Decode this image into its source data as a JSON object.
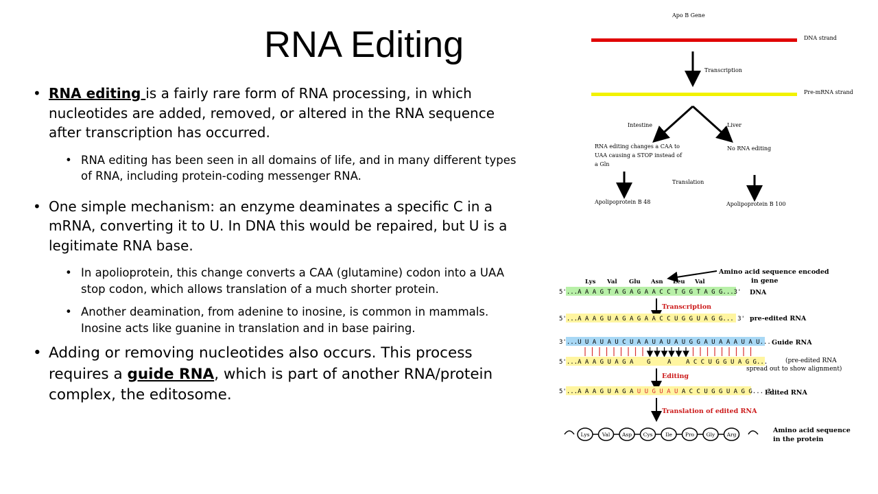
{
  "title": "RNA Editing",
  "bullets": {
    "b1_term": "RNA editing ",
    "b1_rest": "is a fairly rare form of RNA processing, in which nucleotides are added, removed, or altered in the RNA sequence after transcription has occurred.",
    "b1_sub1": "RNA editing has been seen in all domains of life, and in many different types of RNA, including protein-coding messenger RNA.",
    "b2": "One simple mechanism: an enzyme deaminates a specific C in a mRNA, converting it to U.  In DNA this would be repaired, but U is a legitimate RNA base.",
    "b2_sub1": "In apolioprotein, this change converts a CAA (glutamine) codon into a UAA stop codon, which allows translation of a much shorter protein.",
    "b2_sub2": "Another deamination, from adenine to inosine, is common in mammals. Inosine acts like guanine in translation and in base pairing.",
    "b3_a": "Adding or removing nucleotides also occurs.  This process requires a ",
    "b3_term": "guide RNA",
    "b3_b": ", which is part of another RNA/protein complex, the editosome."
  },
  "apo_diagram": {
    "gene_label": "Apo B Gene",
    "dna_label": "DNA strand",
    "transcription": "Transcription",
    "premrna_label": "Pre-mRNA strand",
    "intestine": "Intestine",
    "liver": "Liver",
    "editing_note_1": "RNA editing changes a CAA to",
    "editing_note_2": "UAA causing a STOP instead of",
    "editing_note_3": "a Gln",
    "no_editing": "No RNA editing",
    "translation": "Translation",
    "apo48": "Apolipoprotein B 48",
    "apo100": "Apolipoprotein B 100",
    "colors": {
      "dna": "#e00000",
      "premrna": "#f2f200"
    }
  },
  "guide_diagram": {
    "header_1": "Amino acid sequence encoded",
    "header_2": "in gene",
    "amino_acids": [
      "Lys",
      "Val",
      "Glu",
      "Asn",
      "Leu",
      "Val"
    ],
    "dna_seq": "5'...A A A G T A G A G A A C C T G G T A G G...3'",
    "dna_label": "DNA",
    "transcription": "Transcription",
    "pre_seq": "5'...A A A G U A G A G A A C C U G G U A G G... 3'",
    "pre_label": "pre-edited RNA",
    "guide_seq": "3'...U U A U A U C U A A U A U A U G G A U A A A U A U...",
    "guide_label": "Guide RNA",
    "spread_seq_a": "5'...A A A G U A G A",
    "spread_g": "G",
    "spread_a": "A",
    "spread_seq_b": "A C C U G G U A G G...",
    "spread_note_1": "(pre-edited RNA",
    "spread_note_2": "spread out to show alignment)",
    "editing": "Editing",
    "edited_seq_a": "5'...A A A G U A G A ",
    "edited_seq_b": "U U G U A U",
    "edited_seq_c": " A C C U G G U A G G... 3'",
    "edited_label": "Edited RNA",
    "translation_edited": "Translation of edited RNA",
    "protein_header_1": "Amino acid sequence",
    "protein_header_2": "in the protein",
    "protein_aa": [
      "Lys",
      "Val",
      "Asp",
      "Cys",
      "Ile",
      "Pro",
      "Gly",
      "Arg"
    ],
    "colors": {
      "dna": "#b8f0a8",
      "rna": "#fff5a0",
      "guide": "#a8d8f5",
      "red_label": "#cc1a1a",
      "edited": "#d93030"
    }
  }
}
